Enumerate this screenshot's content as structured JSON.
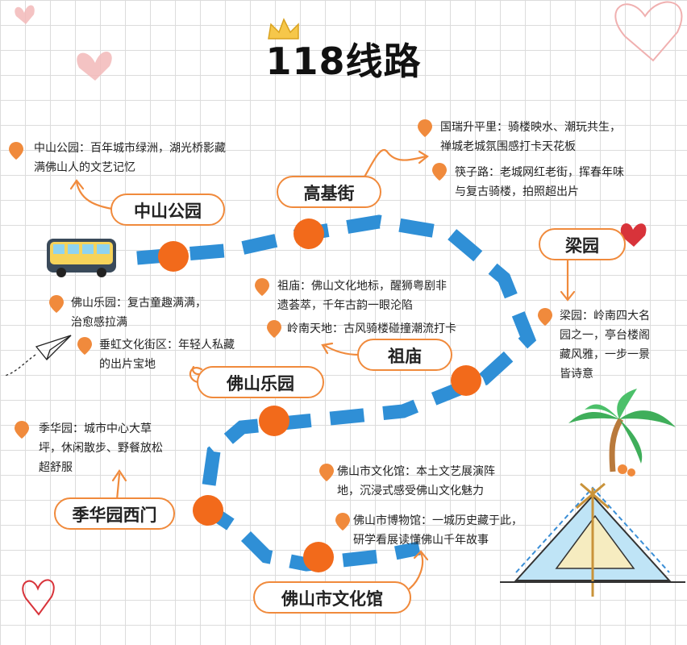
{
  "title": "118线路",
  "stops": {
    "zhongshan": "中山公园",
    "gaoji": "高基街",
    "liangyuan": "梁园",
    "zumiao": "祖庙",
    "foshanleyuan": "佛山乐园",
    "jihua": "季华园西门",
    "wenhuaguan": "佛山市文化馆"
  },
  "notes": {
    "zhongshan_park": "中山公园：百年城市绿洲，湖光桥影藏\n满佛山人的文艺记忆",
    "guorui": "国瑞升平里：骑楼映水、潮玩共生，\n禅城老城氛围感打卡天花板",
    "kuaizi": "筷子路：老城网红老街，挥春年味\n与复古骑楼，拍照超出片",
    "zumiao": "祖庙：佛山文化地标，醒狮粤剧非\n遗荟萃，千年古韵一眼沦陷",
    "lingnan": "岭南天地：古风骑楼碰撞潮流打卡",
    "leyuan": "佛山乐园：复古童趣满满，\n治愈感拉满",
    "chuihong": "垂虹文化街区：年轻人私藏\n的出片宝地",
    "liangyuan": "梁园：岭南四大名\n园之一，亭台楼阁\n藏风雅，一步一景\n皆诗意",
    "jihua": "季华园：城市中心大草\n坪，休闲散步、野餐放松\n超舒服",
    "wenhuaguan": "佛山市文化馆：本土文艺展演阵\n地，沉浸式感受佛山文化魅力",
    "museum": "佛山市博物馆：一城历史藏于此，\n研学看展读懂佛山千年故事"
  },
  "colors": {
    "route": "#2f8fd6",
    "stop": "#f26a1b",
    "accent": "#f08a3c",
    "pin": "#f08a3c",
    "heart": "#e8a0a0"
  },
  "icons": [
    "bus-icon",
    "crown-icon",
    "heart-icon",
    "paper-plane-icon",
    "palm-tree-icon",
    "tent-icon",
    "location-pin-icon",
    "arrow-icon"
  ]
}
